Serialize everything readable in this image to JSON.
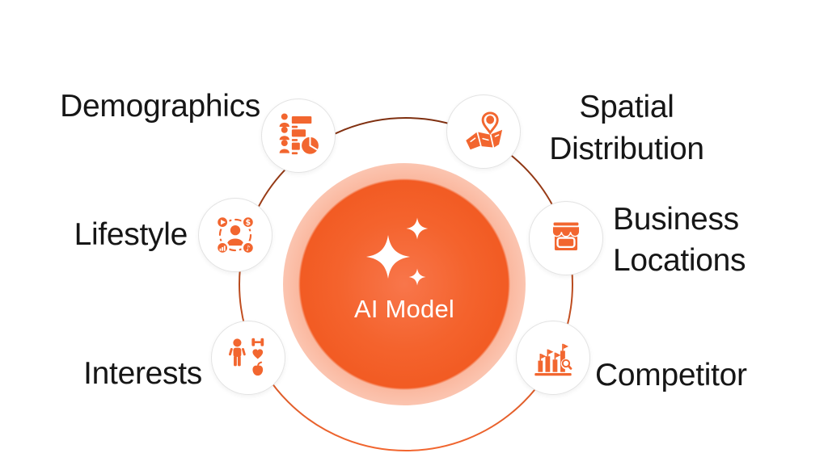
{
  "center": {
    "label": "AI Model",
    "icon": "sparkles-icon"
  },
  "nodes": [
    {
      "id": "demographics",
      "label": "Demographics",
      "icon": "demographics-icon"
    },
    {
      "id": "lifestyle",
      "label": "Lifestyle",
      "icon": "lifestyle-icon"
    },
    {
      "id": "interests",
      "label": "Interests",
      "icon": "interests-icon"
    },
    {
      "id": "spatial-distribution",
      "label": "Spatial Distribution",
      "icon": "map-pin-icon"
    },
    {
      "id": "business-locations",
      "label": "Business Locations",
      "icon": "storefront-icon"
    },
    {
      "id": "competitor",
      "label": "Competitor",
      "icon": "competitor-analysis-icon"
    }
  ],
  "colors": {
    "accent": "#F2662F",
    "ring_top": "#7E2F10",
    "ring_bottom": "#F2662F",
    "label_text": "#161616",
    "node_border": "#E3E3E3",
    "center_fill": "#F25B23",
    "background": "#FFFFFF"
  }
}
